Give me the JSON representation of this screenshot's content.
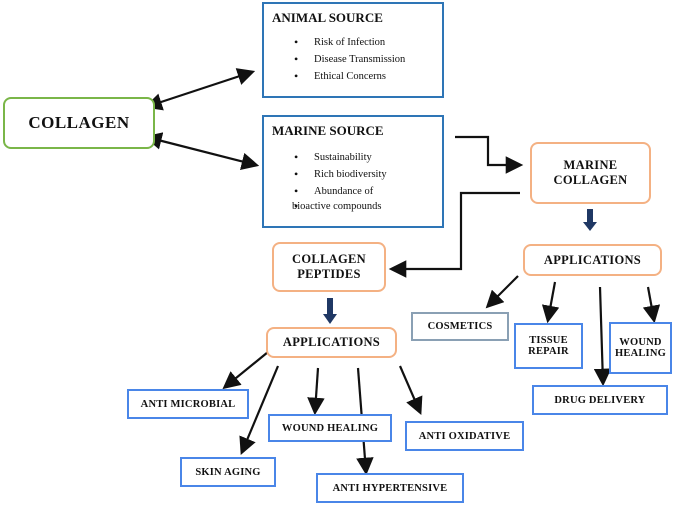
{
  "collagen": "COLLAGEN",
  "animal_source": {
    "title": "ANIMAL SOURCE",
    "items": [
      "Risk of Infection",
      "Disease Transmission",
      "Ethical Concerns"
    ]
  },
  "marine_source": {
    "title": "MARINE SOURCE",
    "items": [
      "Sustainability",
      "Rich biodiversity",
      "Abundance of",
      "bioactive compounds"
    ]
  },
  "marine_collagen": [
    "MARINE",
    "COLLAGEN"
  ],
  "collagen_peptides": [
    "COLLAGEN",
    "PEPTIDES"
  ],
  "applications_left": "APPLICATIONS",
  "applications_right": "APPLICATIONS",
  "left_apps": {
    "anti_microbial": "ANTI MICROBIAL",
    "skin_aging": "SKIN AGING",
    "wound_healing": "WOUND HEALING",
    "anti_hypertensive": "ANTI HYPERTENSIVE",
    "anti_oxidative": "ANTI OXIDATIVE"
  },
  "right_apps": {
    "cosmetics": "COSMETICS",
    "tissue_repair": [
      "TISSUE",
      "REPAIR"
    ],
    "wound_healing": [
      "WOUND",
      "HEALING"
    ],
    "drug_delivery": "DRUG DELIVERY"
  }
}
